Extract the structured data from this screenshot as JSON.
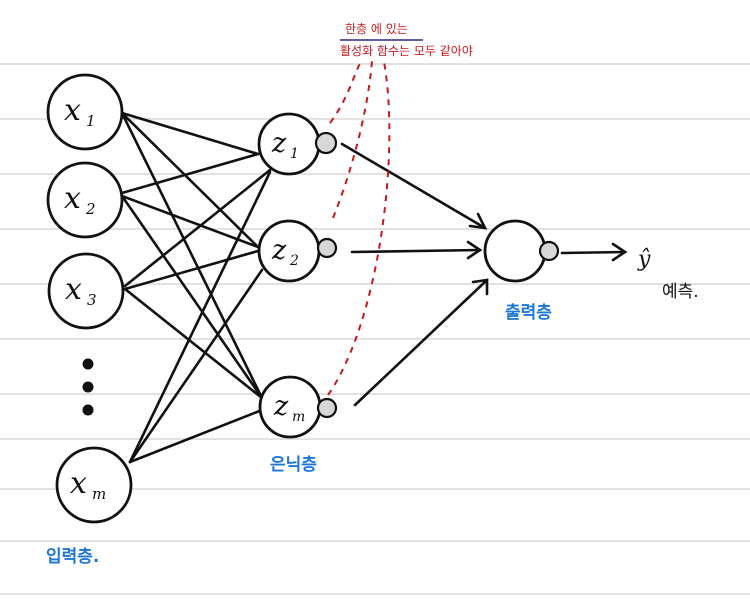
{
  "input_nodes": [
    {
      "var": "x",
      "sub": "1"
    },
    {
      "var": "x",
      "sub": "2"
    },
    {
      "var": "x",
      "sub": "3"
    },
    {
      "var": "x",
      "sub": "m"
    }
  ],
  "hidden_nodes": [
    {
      "var": "z",
      "sub": "1"
    },
    {
      "var": "z",
      "sub": "2"
    },
    {
      "var": "z",
      "sub": "m"
    }
  ],
  "output": {
    "label": "ŷ"
  },
  "layer_labels": {
    "input": "입력층.",
    "hidden": "은닉층",
    "output": "출력층",
    "prediction": "예측."
  },
  "annotation": {
    "line1": "한층 에 있는",
    "line2": "활성화 함수는 모두 같아야"
  },
  "colors": {
    "layer_label": "#1d77d6",
    "annotation": "#c8181f",
    "activation_dot": "#d7d7d7",
    "ruled_lines": "#d9d9d9"
  }
}
